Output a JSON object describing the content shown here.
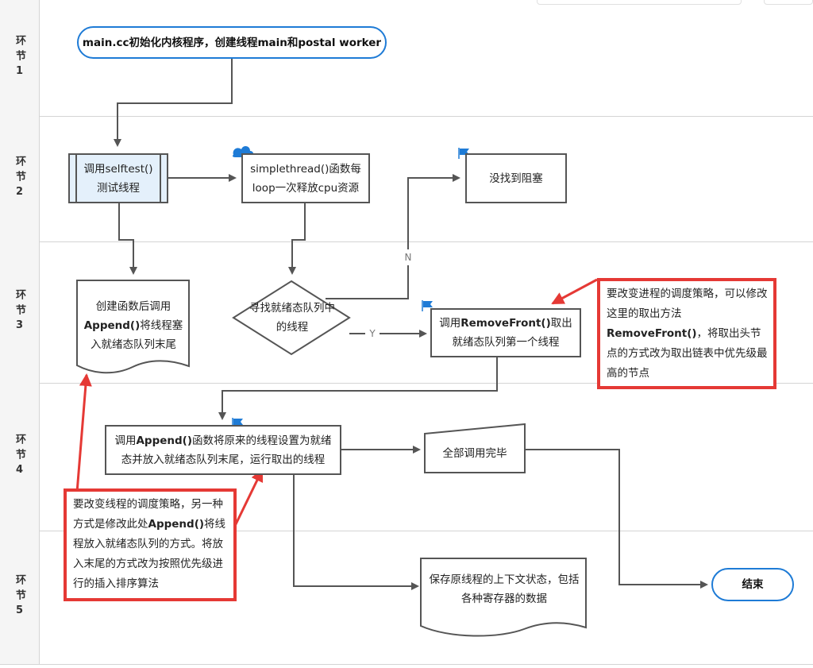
{
  "lanes": [
    {
      "label": "环节1"
    },
    {
      "label": "环节2"
    },
    {
      "label": "环节3"
    },
    {
      "label": "环节4"
    },
    {
      "label": "环节5"
    }
  ],
  "nodes": {
    "start": "main.cc初始化内核程序，创建线程main和postal worker",
    "selftest": "调用selftest()测试线程",
    "simplethread": "simplethread()函数每loop一次释放cpu资源",
    "notfound": "没找到阻塞",
    "create_pre": "创建函数后调用",
    "create_bold": "Append()",
    "create_post": "将线程塞入就绪态队列末尾",
    "decision": "寻找就绪态队列中的线程",
    "removefront_pre": "调用",
    "removefront_bold": "RemoveFront()",
    "removefront_post": "取出就绪态队列第一个线程",
    "append_pre": "调用",
    "append_bold": "Append()",
    "append_post": "函数将原来的线程设置为就绪态并放入就绪态队列末尾，运行取出的线程",
    "alldone": "全部调用完毕",
    "save": "保存原线程的上下文状态，包括各种寄存器的数据",
    "end": "结束"
  },
  "edge_labels": {
    "no": "N",
    "yes": "Y"
  },
  "notes": {
    "right_pre": "要改变进程的调度策略，可以修改这里的取出方法",
    "right_bold": "RemoveFront()",
    "right_post": "，将取出头节点的方式改为取出链表中优先级最高的节点",
    "left_pre": "要改变线程的调度策略，另一种方式是修改此处",
    "left_bold": "Append()",
    "left_post": "将线程放入就绪态队列的方式。将放入末尾的方式改为按照优先级进行的插入排序算法"
  },
  "colors": {
    "accent": "#1e7bd6",
    "note_border": "#e53935",
    "line": "#555555",
    "process_fill": "#e4f0fb"
  }
}
